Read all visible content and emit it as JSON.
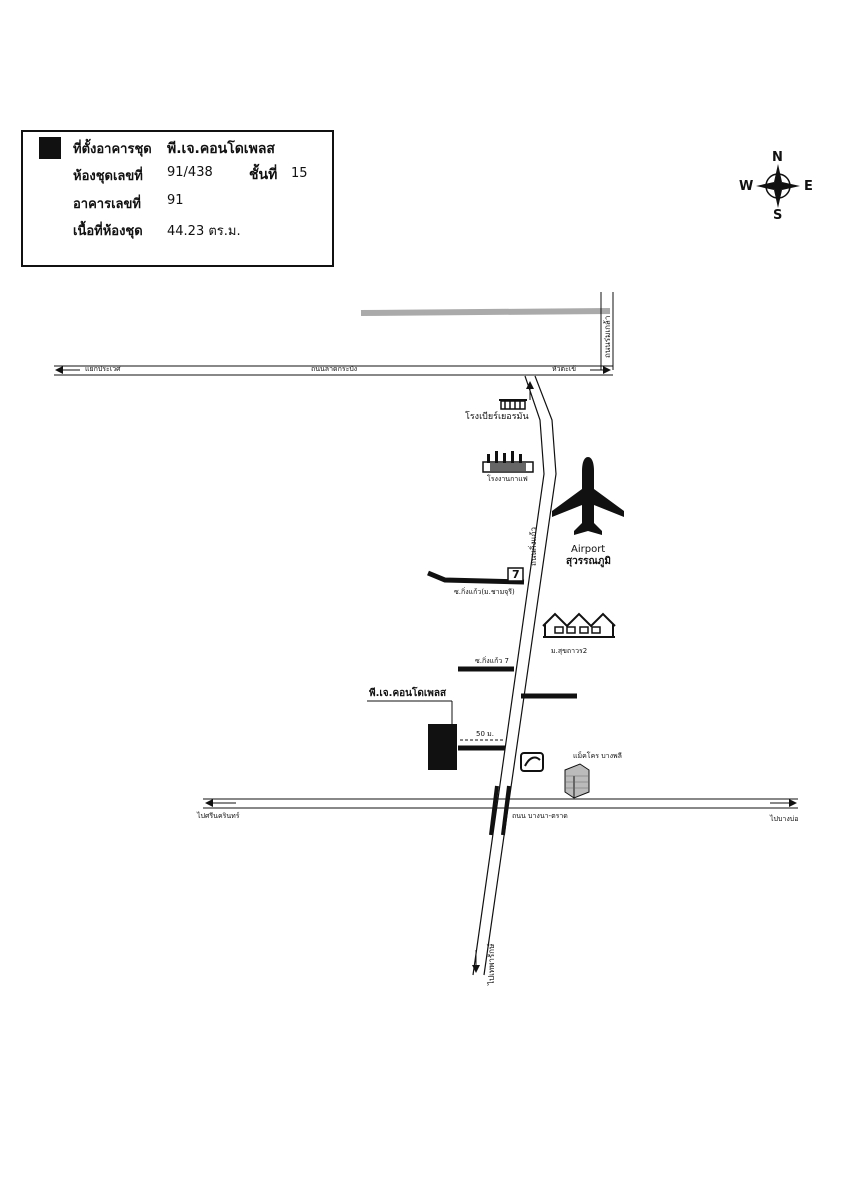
{
  "info": {
    "label_building": "ที่ตั้งอาคารชุด",
    "building_name": "พี.เจ.คอนโดเพลส",
    "label_unit": "ห้องชุดเลขที่",
    "unit_no": "91/438",
    "label_floor": "ชั้นที่",
    "floor": "15",
    "label_bldg_no": "อาคารเลขที่",
    "bldg_no": "91",
    "label_area": "เนื้อที่ห้องชุด",
    "area": "44.23 ตร.ม."
  },
  "compass": {
    "n": "N",
    "s": "S",
    "e": "E",
    "w": "W"
  },
  "labels": {
    "road_top_left": "แยกประเวศ",
    "road_top_name": "ถนนลาดกระบัง",
    "road_top_right": "หัวตะเข้",
    "road_right_vertical": "ถนนร่มเกล้า",
    "brewery": "โรงเบียร์เยอรมัน",
    "coffee_factory": "โรงงานกาแฟ",
    "airport_en": "Airport",
    "airport_th": "สุวรรณภูมิ",
    "main_road_vertical": "ถนนกิ่งแก้ว",
    "soi_1": "ซ.กิ่งแก้ว(ม.ชามจุรี)",
    "village": "ม.สุขถาวร2",
    "soi_7": "ซ.กิ่งแก้ว 7",
    "condo": "พี.เจ.คอนโดเพลส",
    "distance": "50 ม.",
    "makro": "แม็คโคร บางพลี",
    "to_srinakarin": "ไปศรีนครินทร์",
    "bangna_road": "ถนน บางนา-ตราด",
    "to_bangbo": "ไปบางบ่อ",
    "to_thepharak": "ไปเทพารักษ์"
  },
  "icons": {
    "seven_eleven": "7",
    "airplane": "airplane-icon",
    "factory": "factory-icon",
    "houses": "houses-icon",
    "building": "building-icon",
    "store": "store-icon"
  }
}
